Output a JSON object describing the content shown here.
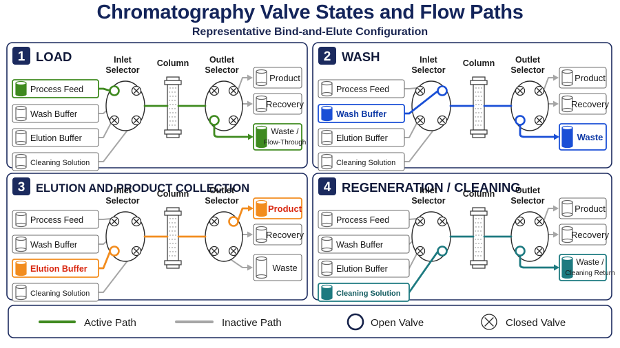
{
  "title": "Chromatography Valve States and Flow Paths",
  "subtitle": "Representative Bind-and-Elute Configuration",
  "colors": {
    "navy": "#1b2a5e",
    "inactive": "#a6a6a6",
    "load": "#3f8a1f",
    "wash": "#1a4fd6",
    "elution": "#f28c1e",
    "regen": "#1d7a80"
  },
  "labels": {
    "inlet": [
      "Inlet",
      "Selector"
    ],
    "column": "Column",
    "outlet": [
      "Outlet",
      "Selector"
    ]
  },
  "panels": [
    {
      "number": "1",
      "name": "LOAD",
      "color_key": "load",
      "inputs": [
        "Process Feed",
        "Wash Buffer",
        "Elution Buffer",
        "Cleaning Solution"
      ],
      "active_input": 0,
      "outputs": [
        [
          "Product"
        ],
        [
          "Recovery"
        ],
        [
          "Waste /",
          "Flow-Through"
        ]
      ],
      "active_output": 2
    },
    {
      "number": "2",
      "name": "WASH",
      "color_key": "wash",
      "inputs": [
        "Process Feed",
        "Wash Buffer",
        "Elution Buffer",
        "Cleaning Solution"
      ],
      "active_input": 1,
      "outputs": [
        [
          "Product"
        ],
        [
          "Recovery"
        ],
        [
          "Waste"
        ]
      ],
      "active_output": 2
    },
    {
      "number": "3",
      "name": "ELUTION AND PRODUCT COLLECTION",
      "color_key": "elution",
      "inputs": [
        "Process Feed",
        "Wash Buffer",
        "Elution Buffer",
        "Cleaning Solution"
      ],
      "active_input": 2,
      "outputs": [
        [
          "Product"
        ],
        [
          "Recovery"
        ],
        [
          "Waste"
        ]
      ],
      "active_output": 0
    },
    {
      "number": "4",
      "name": "REGENERATION / CLEANING",
      "color_key": "regen",
      "inputs": [
        "Process Feed",
        "Wash Buffer",
        "Elution Buffer",
        "Cleaning Solution"
      ],
      "active_input": 3,
      "outputs": [
        [
          "Product"
        ],
        [
          "Recovery"
        ],
        [
          "Waste /",
          "Cleaning Return"
        ]
      ],
      "active_output": 2
    }
  ],
  "legend": {
    "active": "Active Path",
    "inactive": "Inactive Path",
    "open": "Open Valve",
    "closed": "Closed Valve"
  }
}
